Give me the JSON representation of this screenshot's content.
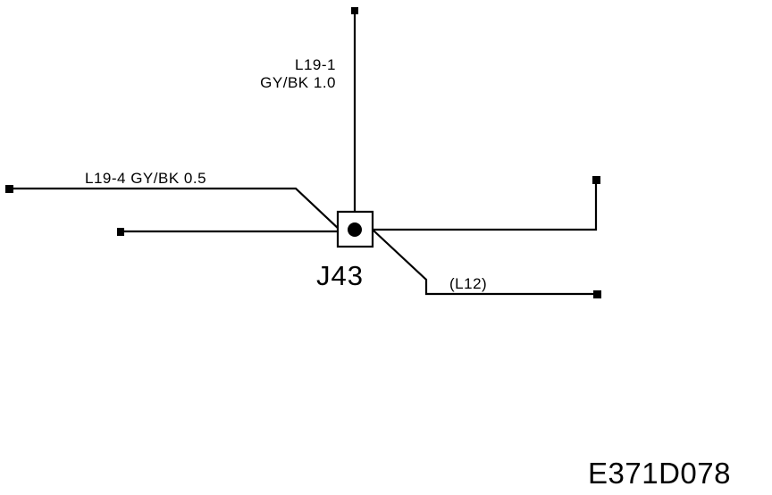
{
  "diagram": {
    "wires": {
      "top": {
        "circuit": "L19-1",
        "spec": "GY/BK 1.0"
      },
      "upper_left": {
        "label": "L19-4 GY/BK 0.5"
      },
      "lower_right": {
        "label": "(L12)"
      }
    },
    "connector": {
      "id": "J43"
    },
    "figure_id": "E371D078"
  }
}
